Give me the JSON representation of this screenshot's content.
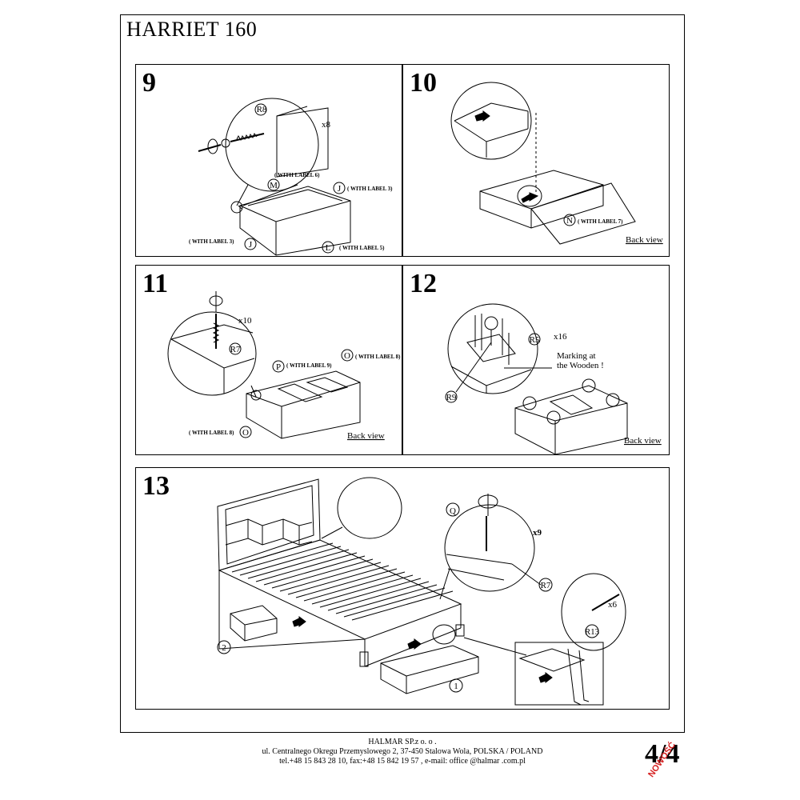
{
  "document": {
    "title": "HARRIET 160",
    "page": "4/4",
    "stamp": "NOWOŚĆ"
  },
  "steps": {
    "s9": {
      "number": "9",
      "count": "x8",
      "parts": {
        "r8": "R8",
        "m": "M",
        "j": "J",
        "l": "L"
      },
      "labels": {
        "m": "( WITH LABEL 6)",
        "j_right": "( WITH LABEL 3)",
        "j_left": "( WITH LABEL 3)",
        "l": "( WITH LABEL 5)"
      }
    },
    "s10": {
      "number": "10",
      "parts": {
        "n": "N"
      },
      "labels": {
        "n": "( WITH LABEL 7)"
      },
      "view": "Back view"
    },
    "s11": {
      "number": "11",
      "count": "x10",
      "parts": {
        "r7": "R7",
        "p": "P",
        "o_top": "O",
        "o_bottom": "O"
      },
      "labels": {
        "p": "( WITH LABEL 9)",
        "o_top": "( WITH LABEL 8)",
        "o_bottom": "( WITH LABEL 8)"
      },
      "view": "Back view"
    },
    "s12": {
      "number": "12",
      "count": "x16",
      "parts": {
        "r5": "R5",
        "r9": "R9"
      },
      "marking_line1": "Marking at",
      "marking_line2": "the Wooden !",
      "view": "Back view"
    },
    "s13": {
      "number": "13",
      "count": "x9",
      "count_small": "x6",
      "parts": {
        "q": "Q",
        "r7": "R7",
        "r13": "R13",
        "one": "1",
        "two": "2"
      }
    }
  },
  "footer": {
    "company": "HALMAR SP.z o. o .",
    "address": "ul. Centralnego Okregu Przemyslowego 2, 37-450 Stalowa Wola, POLSKA / POLAND",
    "contact": "tel.+48 15 843 28 10, fax:+48 15 842 19 57 , e-mail: office @halmar .com.pl"
  }
}
